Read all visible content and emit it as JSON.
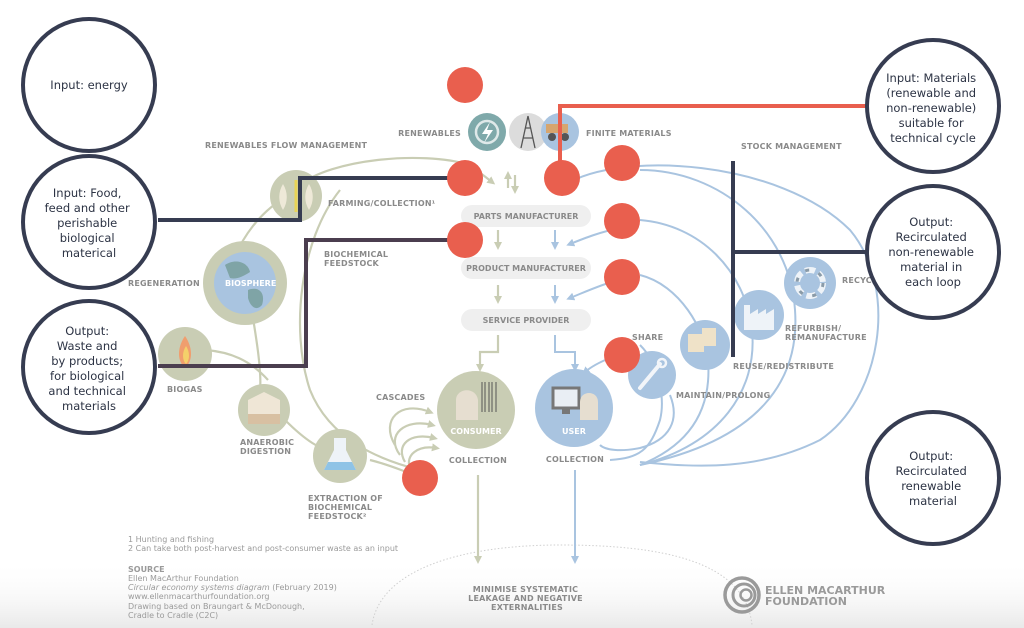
{
  "colors": {
    "bio_green": "#c9cdb4",
    "bio_green_dark": "#b5bb99",
    "tech_blue": "#a9c4e0",
    "tech_blue_dark": "#8fb0d4",
    "marker_red": "#e95f4e",
    "callout_navy": "#363c51",
    "label_gray": "#8a8a8a",
    "box_fill": "#efefef"
  },
  "callouts": {
    "energy": [
      "Input: energy"
    ],
    "food": [
      "Input: Food,",
      "feed and other",
      "perishable",
      "biological",
      "materical"
    ],
    "waste": [
      "Output:",
      "Waste and",
      "by products;",
      "for biological",
      "and technical",
      "materials"
    ],
    "materials": [
      "Input: Materials",
      "(renewable and",
      "non-renewable)",
      "suitable for",
      "technical cycle"
    ],
    "recirc_nonrenew": [
      "Output:",
      "Recirculated",
      "non-renewable",
      "material in",
      "each loop"
    ],
    "recirc_renew": [
      "Output:",
      "Recirculated",
      "renewable",
      "material"
    ]
  },
  "top": {
    "renewables": "RENEWABLES",
    "finite_materials": "FINITE MATERIALS",
    "renewables_flow_management": "RENEWABLES FLOW MANAGEMENT",
    "stock_management": "STOCK MANAGEMENT"
  },
  "chain": {
    "parts_manufacturer": "PARTS MANUFACTURER",
    "product_manufacturer": "PRODUCT MANUFACTURER",
    "service_provider": "SERVICE PROVIDER"
  },
  "bio": {
    "farming": "FARMING/COLLECTION¹",
    "biochemical_feedstock": [
      "BIOCHEMICAL",
      "FEEDSTOCK"
    ],
    "regeneration": "REGENERATION",
    "biosphere": "BIOSPHERE",
    "biogas": "BIOGAS",
    "anaerobic": [
      "ANAEROBIC",
      "DIGESTION"
    ],
    "extraction": [
      "EXTRACTION OF",
      "BIOCHEMICAL",
      "FEEDSTOCK²"
    ],
    "cascades": "CASCADES",
    "consumer": "CONSUMER",
    "collection": "COLLECTION"
  },
  "tech": {
    "user": "USER",
    "collection": "COLLECTION",
    "share": "SHARE",
    "maintain": "MAINTAIN/PROLONG",
    "reuse": "REUSE/REDISTRIBUTE",
    "refurbish": [
      "REFURBISH/",
      "REMANUFACTURE"
    ],
    "recycle": "RECYCLE"
  },
  "leakage": [
    "MINIMISE SYSTEMATIC",
    "LEAKAGE AND NEGATIVE",
    "EXTERNALITIES"
  ],
  "footnotes": {
    "note1": "1 Hunting and fishing",
    "note2": "2 Can take both post-harvest and post-consumer waste as an input",
    "source_title": "SOURCE",
    "source_org": "Ellen MacArthur Foundation",
    "source_doc_italic": "Circular economy systems diagram",
    "source_doc_date": " (February 2019)",
    "source_url": "www.ellenmacarthurfoundation.org",
    "drawing1": "Drawing based on Braungart & McDonough,",
    "drawing2": "Cradle to Cradle (C2C)"
  },
  "logo": {
    "line1": "ELLEN MACARTHUR",
    "line2": "FOUNDATION"
  }
}
